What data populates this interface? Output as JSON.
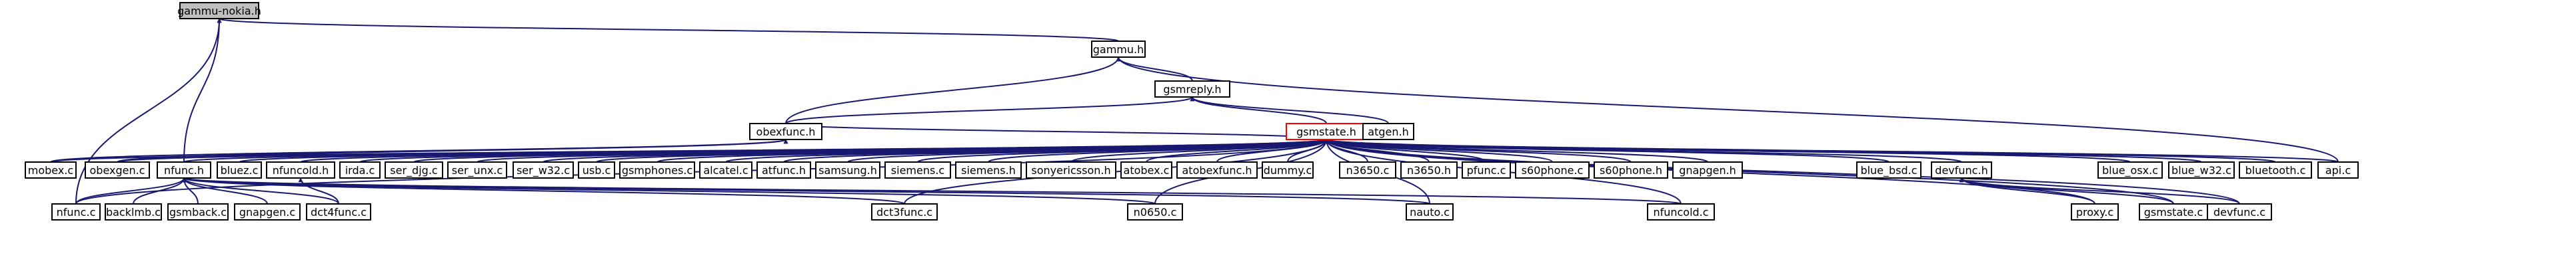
{
  "colors": {
    "edge": "#191970",
    "root_fill": "#bfbfbf",
    "highlight_border": "#ff0000"
  },
  "nodes": {
    "gammu_nokia": "gammu-nokia.h",
    "gammu": "gammu.h",
    "gsmreply": "gsmreply.h",
    "gsmstate": "gsmstate.h",
    "obexfunc": "obexfunc.h",
    "atgen": "atgen.h",
    "mobex": "mobex.c",
    "obexgen": "obexgen.c",
    "nfunc_h": "nfunc.h",
    "bluez": "bluez.c",
    "nfuncold_h": "nfuncold.h",
    "irda": "irda.c",
    "ser_djg": "ser_djg.c",
    "ser_unx": "ser_unx.c",
    "ser_w32": "ser_w32.c",
    "usb": "usb.c",
    "gsmphones": "gsmphones.c",
    "alcatel": "alcatel.c",
    "atfunc": "atfunc.h",
    "samsung": "samsung.h",
    "siemens_c": "siemens.c",
    "siemens_h": "siemens.h",
    "sonyericsson": "sonyericsson.h",
    "atobex": "atobex.c",
    "atobexfunc": "atobexfunc.h",
    "dummy": "dummy.c",
    "n3650_c": "n3650.c",
    "n3650_h": "n3650.h",
    "pfunc": "pfunc.c",
    "s60phone_c": "s60phone.c",
    "s60phone_h": "s60phone.h",
    "gnapgen_h": "gnapgen.h",
    "blue_bsd": "blue_bsd.c",
    "devfunc_h": "devfunc.h",
    "blue_osx": "blue_osx.c",
    "blue_w32": "blue_w32.c",
    "bluetooth": "bluetooth.c",
    "api": "api.c",
    "nfunc_c": "nfunc.c",
    "backlmb": "backlmb.c",
    "gsmback": "gsmback.c",
    "gnapgen_c": "gnapgen.c",
    "dct4func": "dct4func.c",
    "dct3func": "dct3func.c",
    "n0650": "n0650.c",
    "nauto": "nauto.c",
    "nfuncold_c": "nfuncold.c",
    "proxy": "proxy.c",
    "gsmstate_c": "gsmstate.c",
    "devfunc_c": "devfunc.c"
  }
}
